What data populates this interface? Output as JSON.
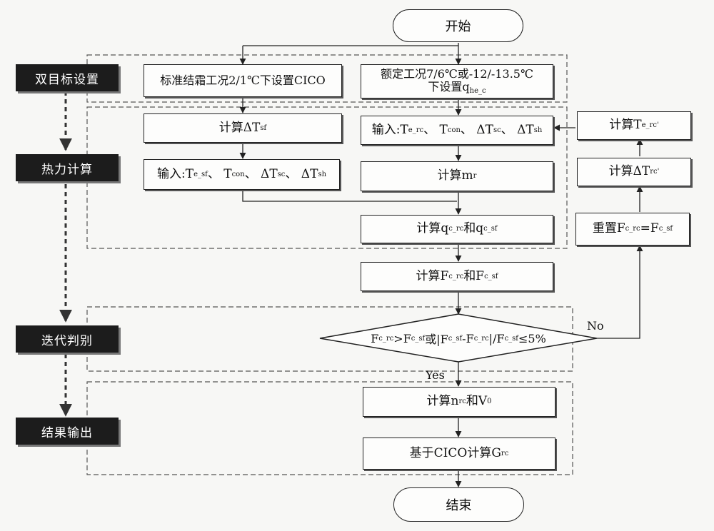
{
  "start": "开始",
  "end": "结束",
  "stages": [
    "双目标设置",
    "热力计算",
    "迭代判别",
    "结果输出"
  ],
  "boxes": {
    "setting_left": "标准结霜工况2/1℃下设置CICO",
    "setting_right_line1": "额定工况7/6℃或-12/-13.5℃",
    "setting_right_line2": "下设置q",
    "setting_right_sub": "he_c",
    "calc_dtsf": "计算ΔT",
    "calc_dtsf_sub": "sf",
    "input_left": "输入:T",
    "input_left_parts": [
      "e_sf",
      "、 T",
      "con",
      "、 ΔT",
      "sc",
      "、 ΔT",
      "sh"
    ],
    "input_right": "输入:T",
    "input_right_parts": [
      "e_rc",
      "、 T",
      "con",
      "、 ΔT",
      "sc",
      "、 ΔT",
      "sh"
    ],
    "calc_mr": "计算m",
    "calc_mr_sub": "r",
    "calc_q": "计算q",
    "calc_q_parts": [
      "c_rc",
      "和q",
      "c_sf"
    ],
    "calc_f": "计算F",
    "calc_f_parts": [
      "c_rc",
      "和F",
      "c_sf"
    ],
    "decision": "F",
    "decision_parts": [
      "c_rc",
      ">F",
      "c_sf",
      "或|F",
      "c_sf",
      "-F",
      "c_rc",
      "|/F",
      "c_sf",
      "≤5%"
    ],
    "calc_n_v": "计算n",
    "calc_n_v_parts": [
      "rc",
      "和V",
      "0"
    ],
    "calc_g": "基于CICO计算G",
    "calc_g_sub": "rc",
    "reset": "重置F",
    "reset_parts": [
      "c_rc",
      "=F",
      "c_sf"
    ],
    "calc_dtrc": "计算ΔT",
    "calc_dtrc_sub": "rc'",
    "calc_terc": "计算T",
    "calc_terc_sub": "e_rc'"
  },
  "labels": {
    "no": "No",
    "yes": "Yes"
  }
}
